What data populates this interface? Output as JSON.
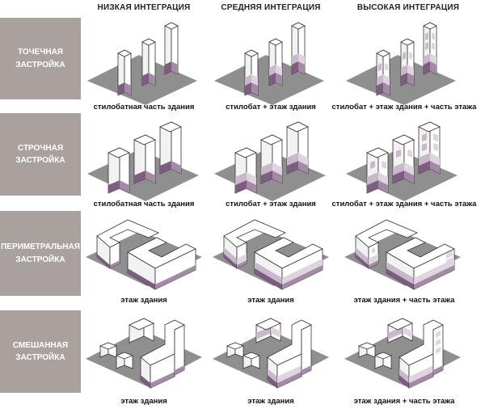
{
  "columns": [
    "НИЗКАЯ ИНТЕГРАЦИЯ",
    "СРЕДНЯЯ ИНТЕГРАЦИЯ",
    "ВЫСОКАЯ ИНТЕГРАЦИЯ"
  ],
  "rows": [
    {
      "label_line1": "ТОЧЕЧНАЯ",
      "label_line2": "ЗАСТРОЙКА",
      "captions": [
        "стилобатная часть здания",
        "стилобат + этаж здания",
        "стилобат + этаж здания + часть этажа"
      ]
    },
    {
      "label_line1": "СТРОЧНАЯ",
      "label_line2": "ЗАСТРОЙКА",
      "captions": [
        "стилобатная часть здания",
        "стилобат + этаж здания",
        "стилобат + этаж здания + часть этажа"
      ]
    },
    {
      "label_line1": "ПЕРИМЕТРАЛЬНАЯ",
      "label_line2": "ЗАСТРОЙКА",
      "captions": [
        "этаж здания",
        "этаж здания",
        "этаж здания + часть этажа"
      ]
    },
    {
      "label_line1": "СМЕШАННАЯ",
      "label_line2": "ЗАСТРОЙКА",
      "captions": [
        "этаж здания",
        "этаж здания",
        "этаж здания + часть этажа"
      ]
    }
  ],
  "colors": {
    "label_background": "#a8a19e",
    "ground": "#8f8f8f",
    "integration_dark": "#7d5d80",
    "integration_light": "#a38aa6"
  }
}
